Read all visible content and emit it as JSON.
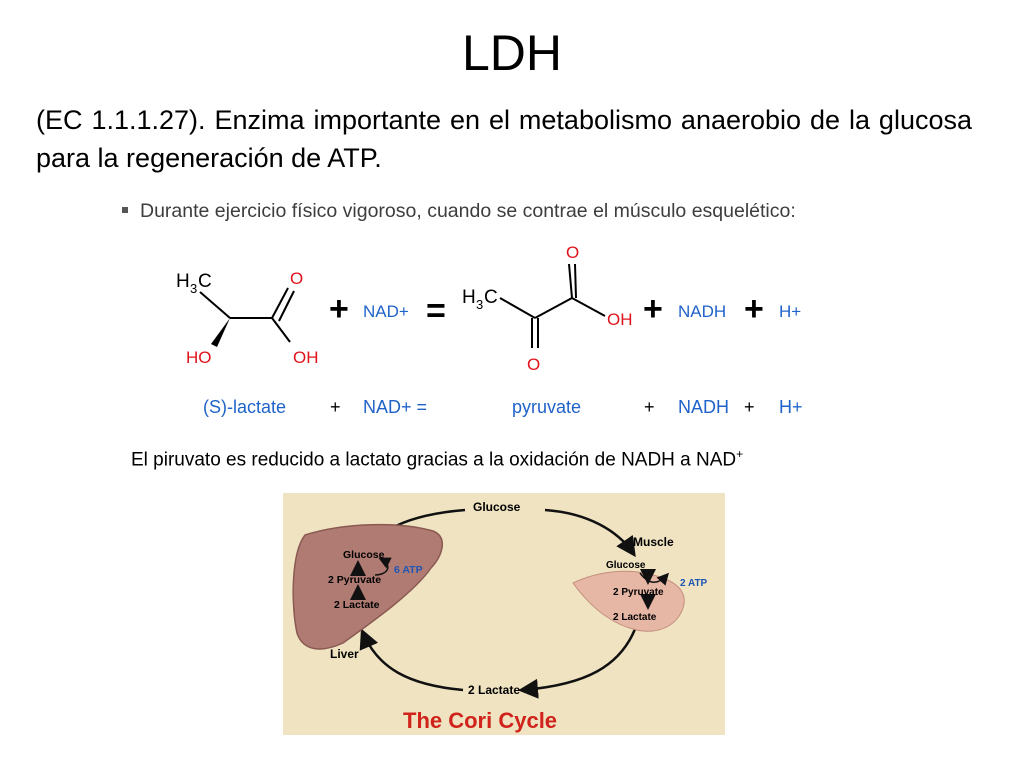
{
  "slide": {
    "title": "LDH",
    "intro": "(EC 1.1.1.27). Enzima importante en el metabolismo anaerobio de la glucosa para la regeneración de ATP.",
    "bullet": "Durante ejercicio físico vigoroso, cuando se contrae el músculo esquelético:",
    "caption_main": "El piruvato es reducido a lactato gracias a la oxidación de NADH a NAD",
    "caption_sup": "+"
  },
  "reaction": {
    "lactate_atoms": {
      "methyl_h": "H",
      "methyl_3": "3",
      "methyl_c": "C",
      "carbonyl_o": "O",
      "ho": "HO",
      "oh": "OH"
    },
    "pyruvate_atoms": {
      "methyl_h": "H",
      "methyl_3": "3",
      "methyl_c": "C",
      "carbonyl_o": "O",
      "oh": "OH",
      "keto_o": "O"
    },
    "plus": "+",
    "equals": "=",
    "nad": "NAD+",
    "nadh": "NADH",
    "h": "H+",
    "names": {
      "lactate": "(S)-lactate",
      "plus": "+",
      "nad_eq": "NAD+ =",
      "pyruvate": "pyruvate",
      "nadh": "NADH",
      "h": "H+"
    }
  },
  "cori": {
    "glucose_top": "Glucose",
    "muscle": "Muscle",
    "liver_glucose": "Glucose",
    "liver_atp": "6 ATP",
    "liver_pyruvate": "2 Pyruvate",
    "liver_lactate": "2 Lactate",
    "liver": "Liver",
    "muscle_glucose": "Glucose",
    "muscle_atp": "2 ATP",
    "muscle_pyruvate": "2 Pyruvate",
    "muscle_lactate": "2 Lactate",
    "lactate_bottom": "2 Lactate",
    "title": "The Cori Cycle",
    "colors": {
      "background": "#efe3c1",
      "liver": "#b07b72",
      "muscle": "#e7b7a6",
      "title": "#d0231b",
      "atp": "#1f55b5"
    }
  }
}
